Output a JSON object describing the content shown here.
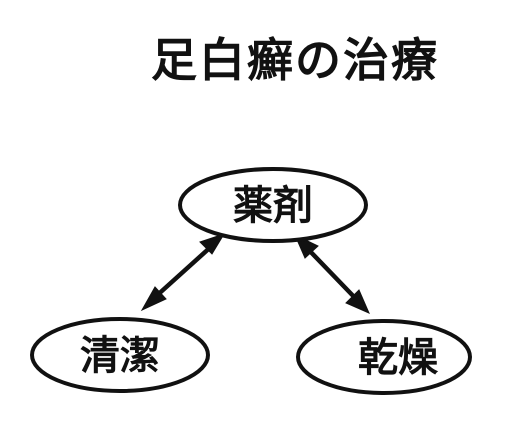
{
  "diagram": {
    "title": "足白癬の治療",
    "nodes": {
      "medication": {
        "label": "薬剤"
      },
      "cleanliness": {
        "label": "清潔"
      },
      "dryness": {
        "label": "乾燥"
      }
    },
    "edges": [
      {
        "from": "medication",
        "to": "cleanliness",
        "direction": "both"
      },
      {
        "from": "medication",
        "to": "dryness",
        "direction": "both"
      }
    ],
    "colors": {
      "ink": "#111111",
      "background": "#ffffff"
    }
  }
}
